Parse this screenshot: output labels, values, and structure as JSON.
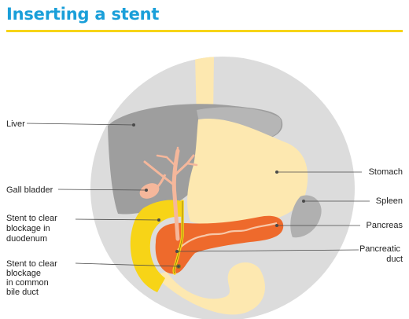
{
  "title": "Inserting a stent",
  "colors": {
    "title": "#1a9fd9",
    "rule": "#f7d417",
    "circle": "#dcdcdc",
    "liver": "#9e9e9e",
    "stomach": "#fde8b0",
    "duodenum": "#f7d417",
    "pancreas": "#ee6a2c",
    "bile_duct": "#f5b79b",
    "spleen": "#b0b0b0"
  },
  "labels": {
    "liver": "Liver",
    "gall_bladder": "Gall bladder",
    "stent_duodenum": [
      "Stent to clear",
      "blockage in",
      "duodenum"
    ],
    "stent_bile_duct": [
      "Stent to clear",
      "blockage",
      "in common",
      "bile duct"
    ],
    "stomach": "Stomach",
    "spleen": "Spleen",
    "pancreas": "Pancreas",
    "pancreatic_duct": [
      "Pancreatic",
      "duct"
    ]
  }
}
